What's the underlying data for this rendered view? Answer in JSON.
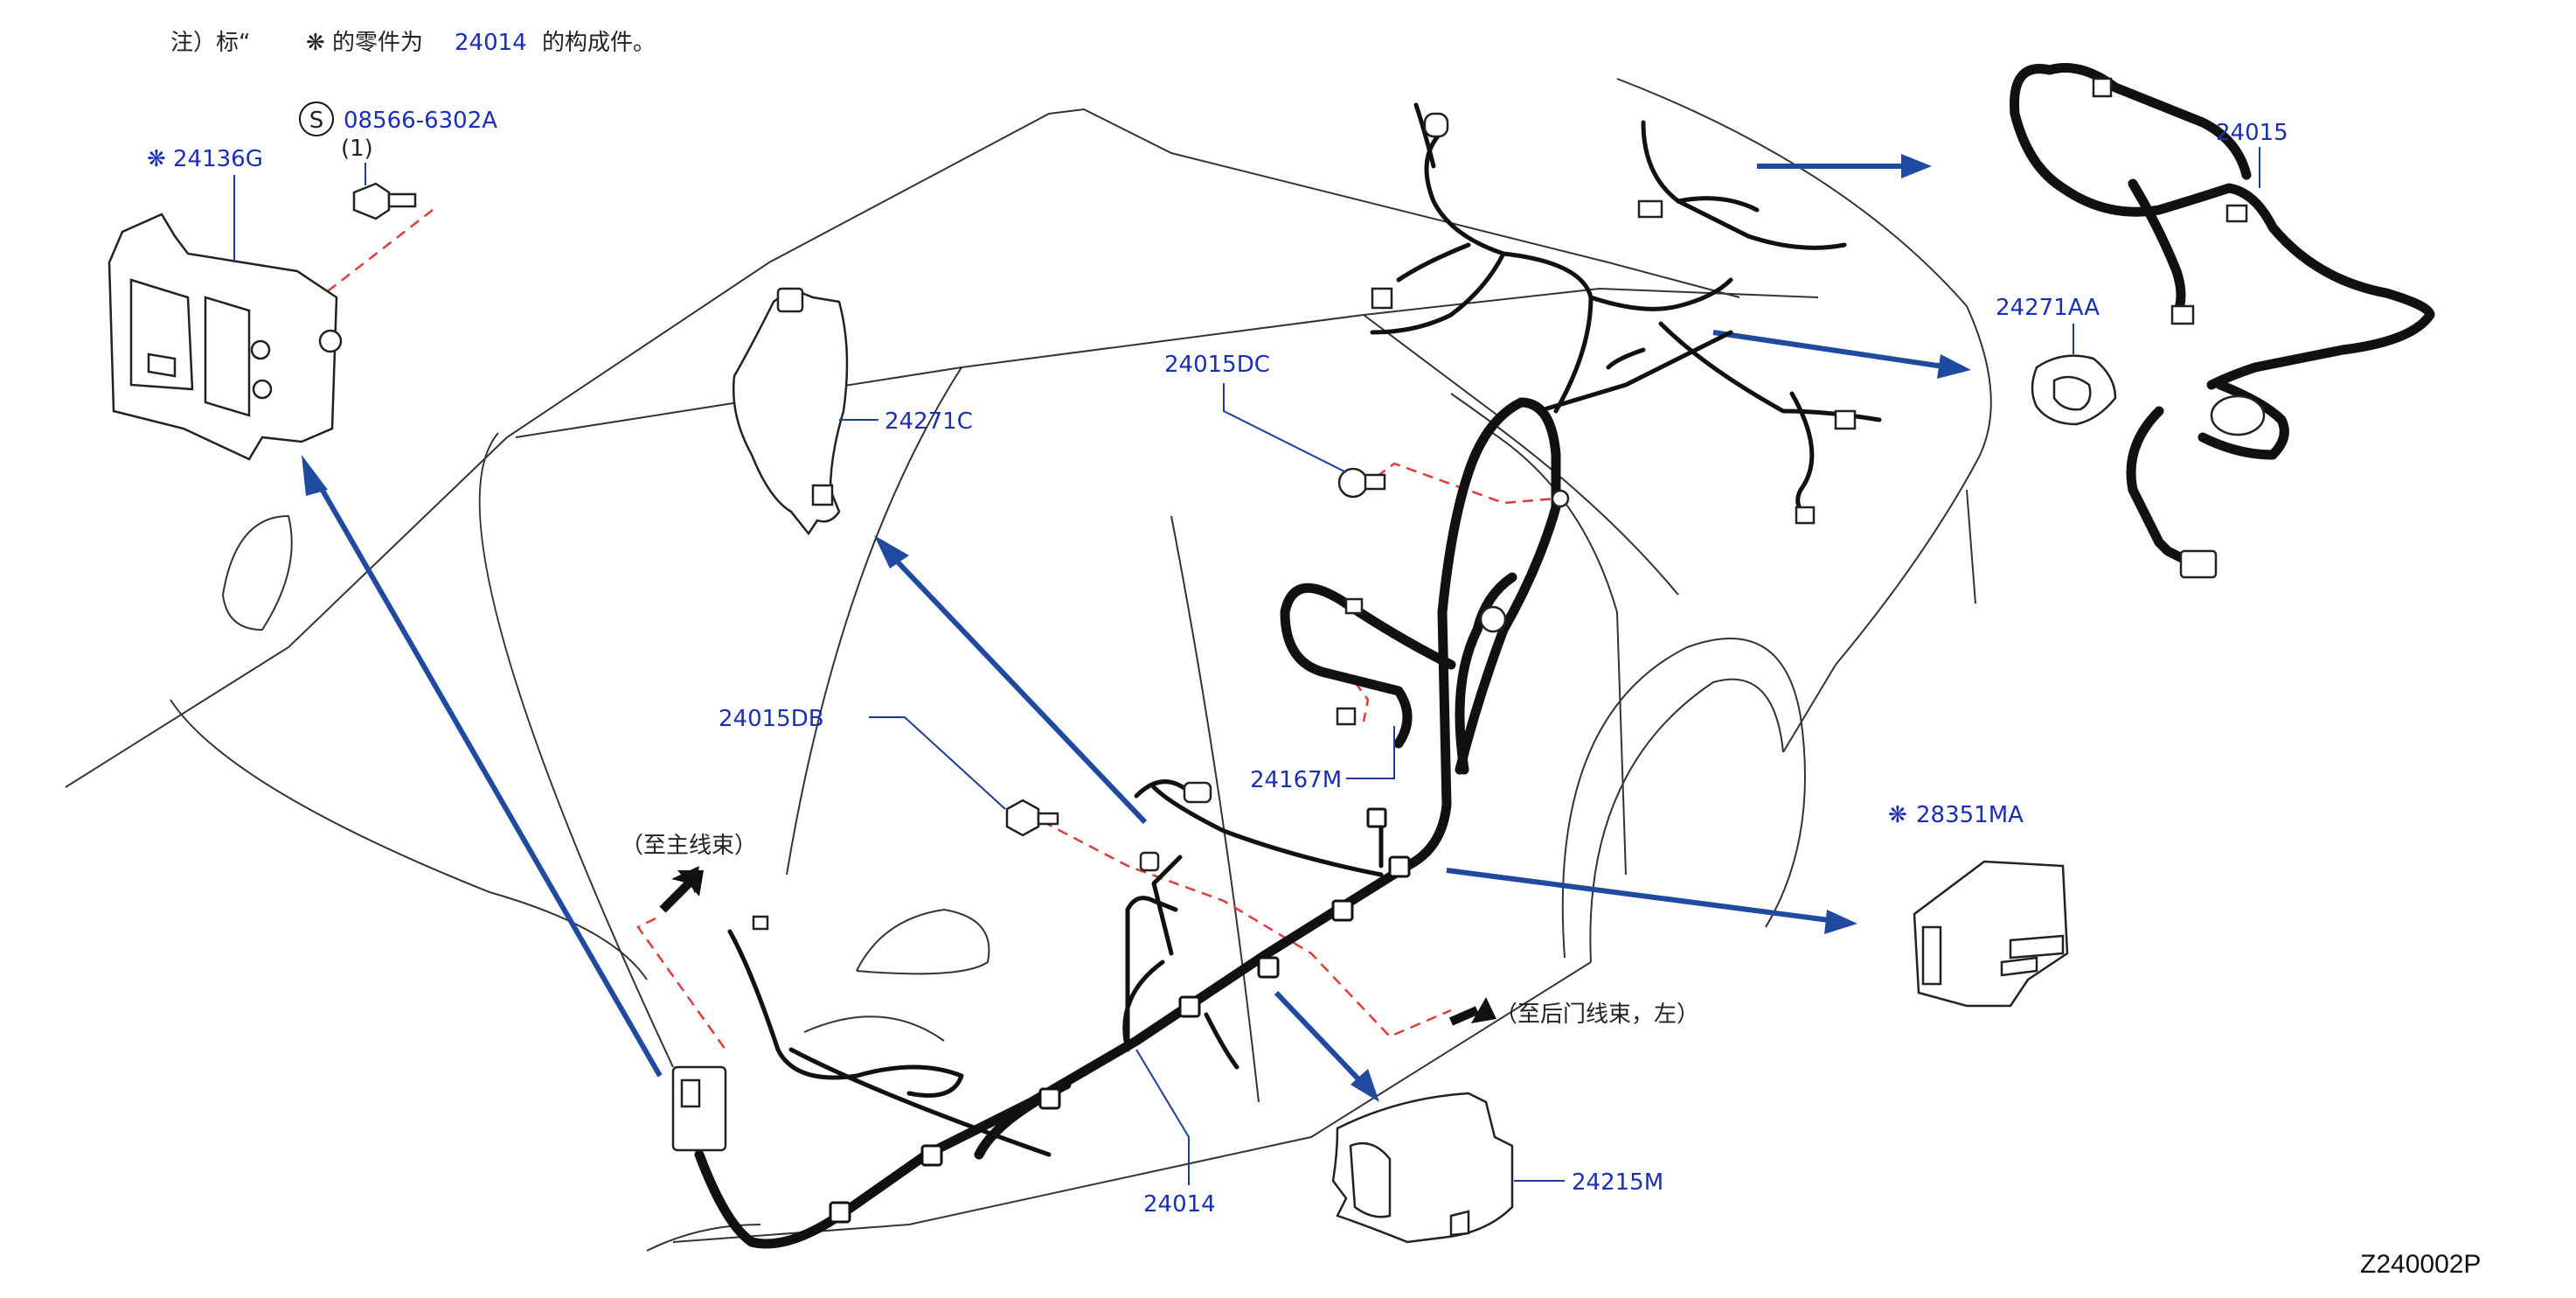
{
  "note": {
    "prefix": "注）标“",
    "mark": "❋",
    "mid": "的零件为",
    "part": "24014",
    "suffix": "的构成件。"
  },
  "labels": {
    "p08566": "08566-6302A",
    "s_circle": "S",
    "qty": "(1)",
    "p24136G": "24136G",
    "p24271C": "24271C",
    "p24015DC": "24015DC",
    "p24015DB": "24015DB",
    "p24167M": "24167M",
    "p24014": "24014",
    "p24215M": "24215M",
    "p28351MA": "28351MA",
    "p24015": "24015",
    "p24271AA": "24271AA",
    "to_main": "（至主线束）",
    "to_rear_door": "（至后门线束，左）",
    "star": "❋",
    "diagram_code": "Z240002P"
  },
  "colors": {
    "label_blue": "#1a2fb5",
    "arrow_blue": "#1f4aa0",
    "dash_red": "#e23a3a",
    "harness_black": "#111111"
  }
}
